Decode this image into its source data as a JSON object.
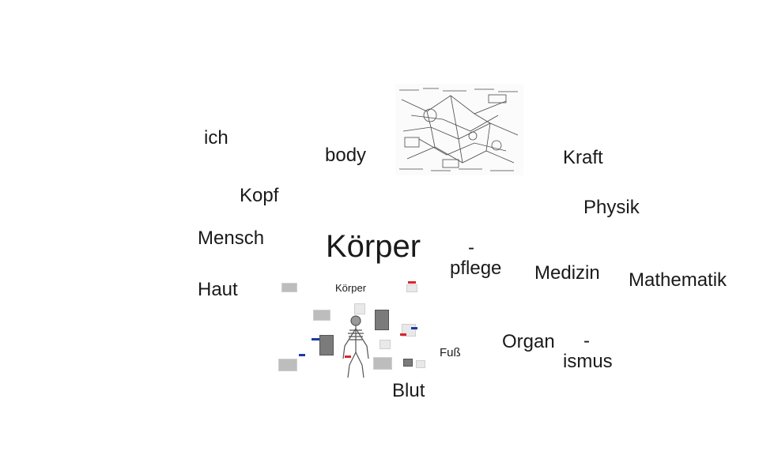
{
  "words": {
    "ich": "ich",
    "body": "body",
    "kraft": "Kraft",
    "kopf": "Kopf",
    "physik": "Physik",
    "mensch": "Mensch",
    "koerper": "Körper",
    "dash1": "-",
    "pflege": "pflege",
    "medizin": "Medizin",
    "mathematik": "Mathematik",
    "haut": "Haut",
    "koerper_small": "Körper",
    "fuss": "Fuß",
    "organ": "Organ",
    "dash2": "-",
    "ismus": "ismus",
    "blut": "Blut"
  },
  "colors": {
    "text": "#1a1a1a",
    "marker_blue": "#1a3aa8",
    "marker_red": "#d8262b"
  },
  "images": {
    "sketch": "hand-drawn mind map sketch",
    "cluster": "anatomy image collage"
  }
}
